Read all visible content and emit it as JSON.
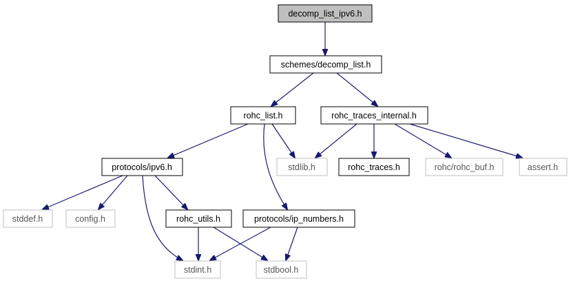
{
  "diagram": {
    "colors": {
      "edge": "#191970",
      "node_border": "#000000",
      "missing_border": "#bfbfbf",
      "root_fill": "#bfbfbf",
      "text": "#000000",
      "missing_text": "#555555"
    },
    "nodes": {
      "root": "decomp_list_ipv6.h",
      "schemes_decomp_list": "schemes/decomp_list.h",
      "rohc_list": "rohc_list.h",
      "rohc_traces_internal": "rohc_traces_internal.h",
      "protocols_ipv6": "protocols/ipv6.h",
      "stdlib": "stdlib.h",
      "rohc_traces": "rohc_traces.h",
      "rohc_buf": "rohc/rohc_buf.h",
      "assert": "assert.h",
      "stddef": "stddef.h",
      "config": "config.h",
      "rohc_utils": "rohc_utils.h",
      "ip_numbers": "protocols/ip_numbers.h",
      "stdint": "stdint.h",
      "stdbool": "stdbool.h"
    }
  }
}
